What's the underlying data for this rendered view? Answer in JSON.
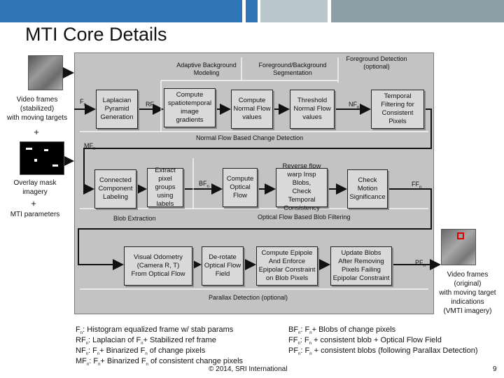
{
  "slide": {
    "title": "MTI Core Details",
    "page_number": "9",
    "footer": "© 2014, SRI International",
    "colors": {
      "bar_blue": "#2e75b6",
      "bar_gray": "#8c9ea6",
      "bar_light": "#b9c6cc",
      "panel": "#c3c3c3",
      "box": "#d9d9d9"
    }
  },
  "left": {
    "video_frames": [
      "Video frames",
      "(stabilized)",
      "with moving targets"
    ],
    "plus1": "+",
    "overlay": [
      "Overlay mask",
      "imagery"
    ],
    "plus2": "+",
    "mti_params": "MTI parameters"
  },
  "right": {
    "video_out": [
      "Video frames",
      "(original)",
      "with moving target",
      "indications",
      "(VMTI imagery)"
    ]
  },
  "stage_labels": {
    "adaptive_bg": [
      "Adaptive Background",
      "Modeling"
    ],
    "fg_bg_seg": [
      "Foreground/Background",
      "Segmentation"
    ],
    "fg_detect": [
      "Foreground Detection",
      "(optional)"
    ],
    "normal_flow": "Normal Flow Based Change Detection",
    "blob_extraction": "Blob Extraction",
    "optical_flow": "Optical Flow Based Blob Filtering",
    "parallax": "Parallax Detection (optional)"
  },
  "signals": {
    "F": "F",
    "RF": "RF",
    "NF": "NF",
    "MF": "MF",
    "BF": "BF",
    "FF": "FF",
    "PF": "PF",
    "sub": "n"
  },
  "boxes": {
    "laplacian": [
      "Laplacian",
      "Pyramid",
      "Generation"
    ],
    "spatiotemporal": [
      "Compute",
      "spatiotemporal",
      "image",
      "gradients"
    ],
    "normal_flow_values": [
      "Compute",
      "Normal Flow",
      "values"
    ],
    "threshold": [
      "Threshold",
      "Normal Flow",
      "values"
    ],
    "temporal": [
      "Temporal",
      "Filtering for",
      "Consistent Pixels"
    ],
    "connected": [
      "Connected",
      "Component",
      "Labeling"
    ],
    "extract": [
      "Extract",
      "pixel",
      "groups",
      "using labels"
    ],
    "optical_flow": [
      "Compute",
      "Optical",
      "Flow"
    ],
    "reverse_flow": [
      "Reverse flow",
      "warp Insp Blobs,",
      "Check Temporal",
      "Consistency"
    ],
    "motion": [
      "Check",
      "Motion",
      "Significance"
    ],
    "odometry": [
      "Visual Odometry",
      "(Camera R, T)",
      "From Optical Flow"
    ],
    "derotate": [
      "De-rotate",
      "Optical Flow",
      "Field"
    ],
    "epipole": [
      "Compute Epipole",
      "And Enforce",
      "Epipolar Constraint",
      "on Blob Pixels"
    ],
    "update_blobs": [
      "Update Blobs",
      "After Removing",
      "Pixels Failing",
      "Epipolar Constraint"
    ]
  },
  "legend": {
    "l1": {
      "name": "F",
      "text": ": Histogram equalized frame w/ stab params"
    },
    "l2": {
      "name": "RF",
      "mid": ": Laplacian of F",
      "text": "+ Stabilized ref frame"
    },
    "l3": {
      "name": "NF",
      "mid": ": F",
      "text": "+ Binarized F",
      "tail": "of change pixels"
    },
    "l4": {
      "name": "MF",
      "mid": ": F",
      "text": "+ Binarized F",
      "tail": "of consistent change pixels"
    },
    "r1": {
      "name": "BF",
      "mid": ": F",
      "text": "+ Blobs of change pixels"
    },
    "r2": {
      "name": "FF",
      "mid": ": F",
      "text": "+ consistent blob + Optical Flow Field"
    },
    "r3": {
      "name": "PF",
      "mid": ": F",
      "text": "+ consistent blobs (following Parallax Detection)"
    }
  }
}
